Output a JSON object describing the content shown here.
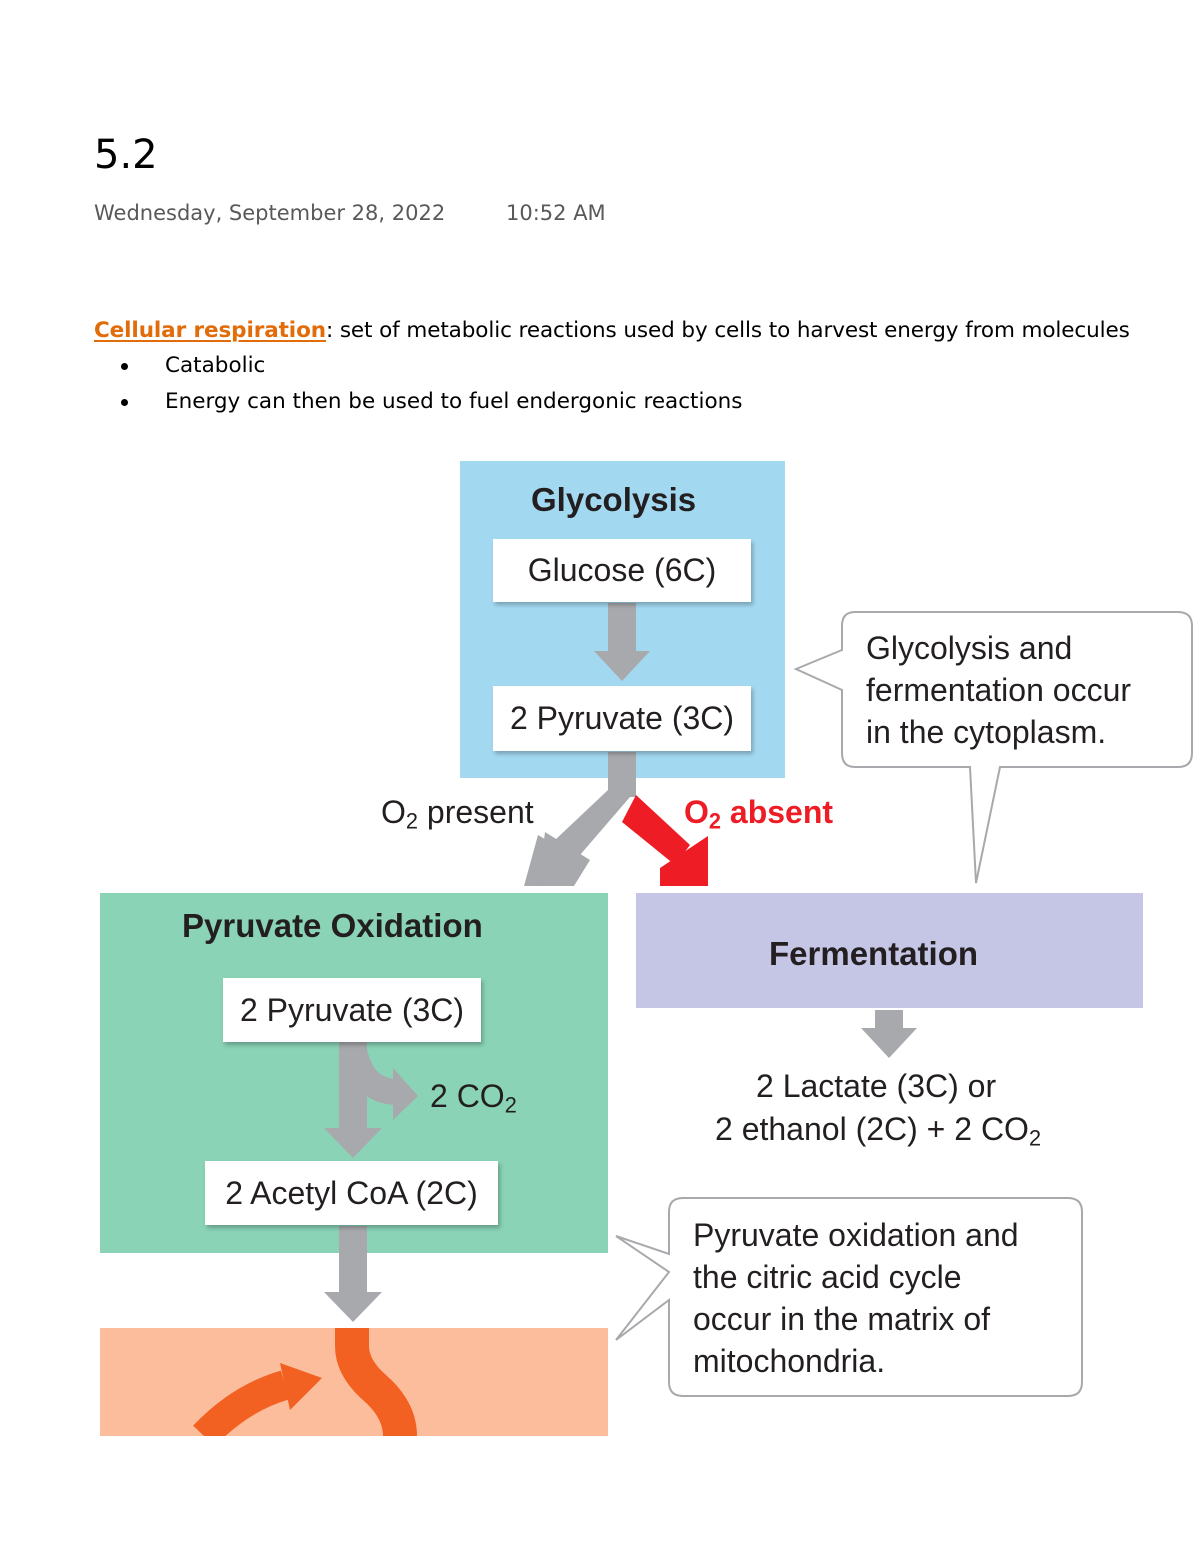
{
  "page": {
    "title": "5.2",
    "date": "Wednesday, September 28, 2022",
    "time": "10:52 AM"
  },
  "definition": {
    "term": "Cellular respiration",
    "text": ": set of metabolic reactions used by cells to harvest energy from molecules",
    "bullets": [
      "Catabolic",
      "Energy can then be used to fuel endergonic reactions"
    ]
  },
  "diagram": {
    "glycolysis": {
      "title": "Glycolysis",
      "input": "Glucose (6C)",
      "output": "2 Pyruvate (3C)"
    },
    "branch": {
      "present_prefix": "O",
      "present_sub": "2",
      "present_suffix": " present",
      "absent_prefix": "O",
      "absent_sub": "2",
      "absent_suffix": " absent"
    },
    "pyruvate_oxidation": {
      "title": "Pyruvate Oxidation",
      "input": "2 Pyruvate (3C)",
      "byproduct_prefix": "2 CO",
      "byproduct_sub": "2",
      "output": "2 Acetyl CoA (2C)"
    },
    "fermentation": {
      "title": "Fermentation",
      "product_line1": "2 Lactate (3C) or",
      "product_line2_prefix": "2 ethanol (2C) + 2 CO",
      "product_line2_sub": "2"
    },
    "callouts": {
      "cytoplasm": [
        "Glycolysis and",
        "fermentation occur",
        "in the cytoplasm."
      ],
      "matrix": [
        "Pyruvate oxidation and",
        "the citric acid cycle",
        "occur in the matrix of",
        "mitochondria."
      ]
    },
    "colors": {
      "glycolysis": "#a3d9f0",
      "oxidation": "#8ad3b7",
      "fermentation": "#c5c5e6",
      "citric": "#fcbd9c",
      "arrow_gray": "#a7a9ac",
      "arrow_red": "#ee1c25",
      "arrow_orange": "#f26122",
      "term_orange": "#e26b0a"
    }
  }
}
